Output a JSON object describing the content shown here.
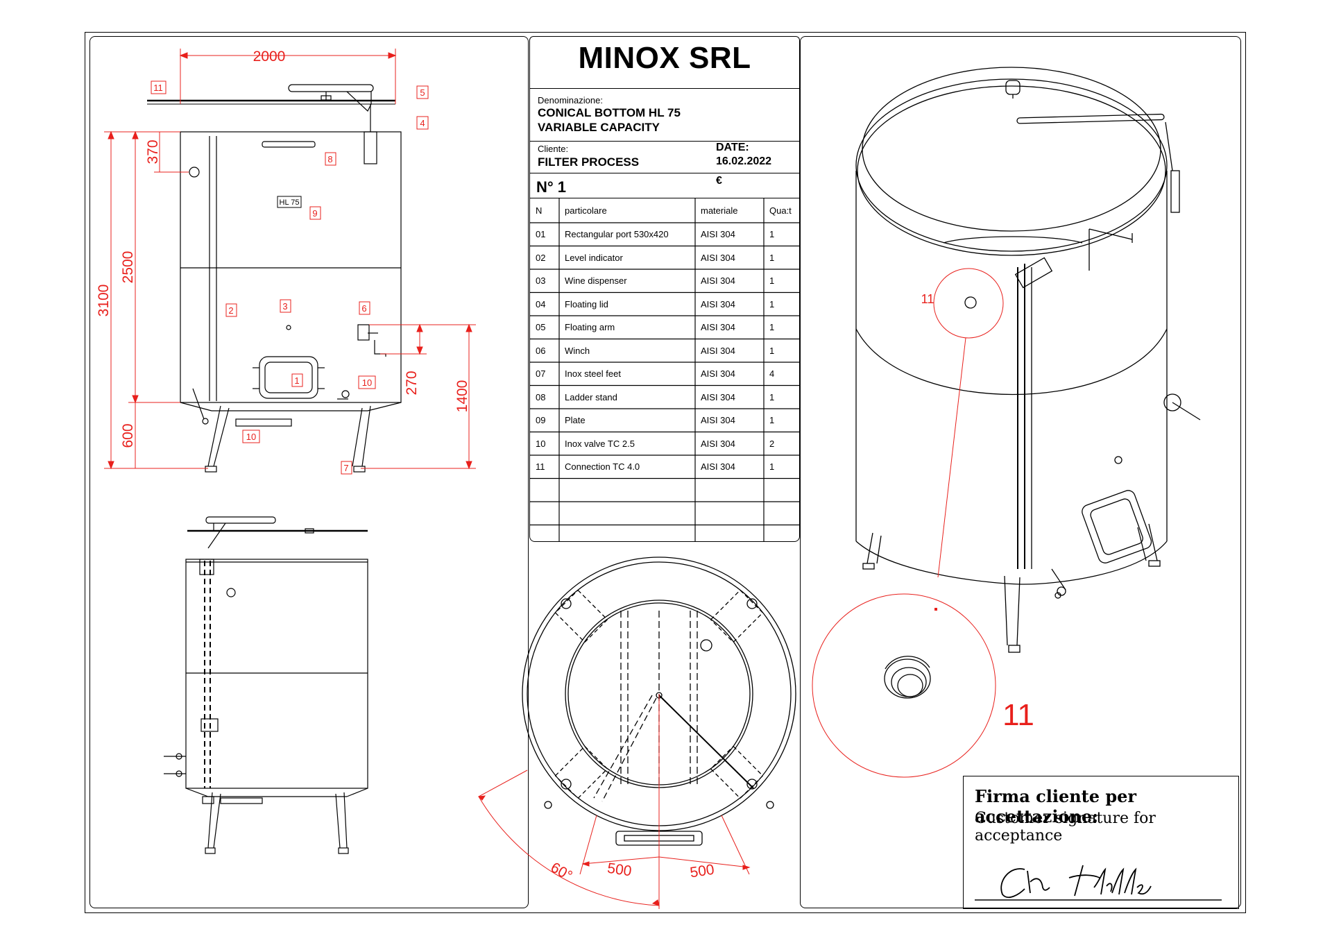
{
  "title_block": {
    "company": "MINOX SRL",
    "denominazione_label": "Denominazione:",
    "product_line1": "CONICAL BOTTOM HL 75",
    "product_line2": "VARIABLE CAPACITY",
    "cliente_label": "Cliente:",
    "cliente_value": "FILTER PROCESS",
    "date_label": "DATE:",
    "date_value": "16.02.2022",
    "number": "N°  1",
    "currency": "€",
    "columns": [
      "N",
      "particolare",
      "materiale",
      "Qua:t"
    ],
    "rows": [
      {
        "n": "01",
        "part": "Rectangular port 530x420",
        "mat": "AISI 304",
        "qty": "1"
      },
      {
        "n": "02",
        "part": "Level indicator",
        "mat": "AISI 304",
        "qty": "1"
      },
      {
        "n": "03",
        "part": "Wine dispenser",
        "mat": "AISI 304",
        "qty": "1"
      },
      {
        "n": "04",
        "part": "Floating lid",
        "mat": "AISI 304",
        "qty": "1"
      },
      {
        "n": "05",
        "part": "Floating arm",
        "mat": "AISI 304",
        "qty": "1"
      },
      {
        "n": "06",
        "part": "Winch",
        "mat": "AISI 304",
        "qty": "1"
      },
      {
        "n": "07",
        "part": "Inox steel feet",
        "mat": "AISI 304",
        "qty": "4"
      },
      {
        "n": "08",
        "part": "Ladder stand",
        "mat": "AISI 304",
        "qty": "1"
      },
      {
        "n": "09",
        "part": "Plate",
        "mat": "AISI 304",
        "qty": "1"
      },
      {
        "n": "10",
        "part": "Inox valve TC 2.5",
        "mat": "AISI 304",
        "qty": "2"
      },
      {
        "n": "11",
        "part": "Connection TC 4.0",
        "mat": "AISI 304",
        "qty": "1"
      }
    ]
  },
  "dimensions": {
    "width": "2000",
    "total_height": "3100",
    "body_height": "2500",
    "top_offset": "370",
    "leg_height": "600",
    "outlet_height": "1400",
    "outlet_offset": "270",
    "angle": "60°",
    "offset_a": "500",
    "offset_b": "500"
  },
  "callouts": {
    "c1": "1",
    "c2": "2",
    "c3": "3",
    "c4": "4",
    "c5": "5",
    "c6": "6",
    "c7": "7",
    "c8": "8",
    "c9": "9",
    "c10a": "10",
    "c10b": "10",
    "c11": "11",
    "detail_small": "11",
    "detail_big": "11"
  },
  "plate_label": "HL 75",
  "signature": {
    "title": "Firma cliente per accettazione:",
    "subtitle": "Customer signature for acceptance"
  },
  "colors": {
    "dimension": "#e8201c",
    "line": "#000000"
  }
}
